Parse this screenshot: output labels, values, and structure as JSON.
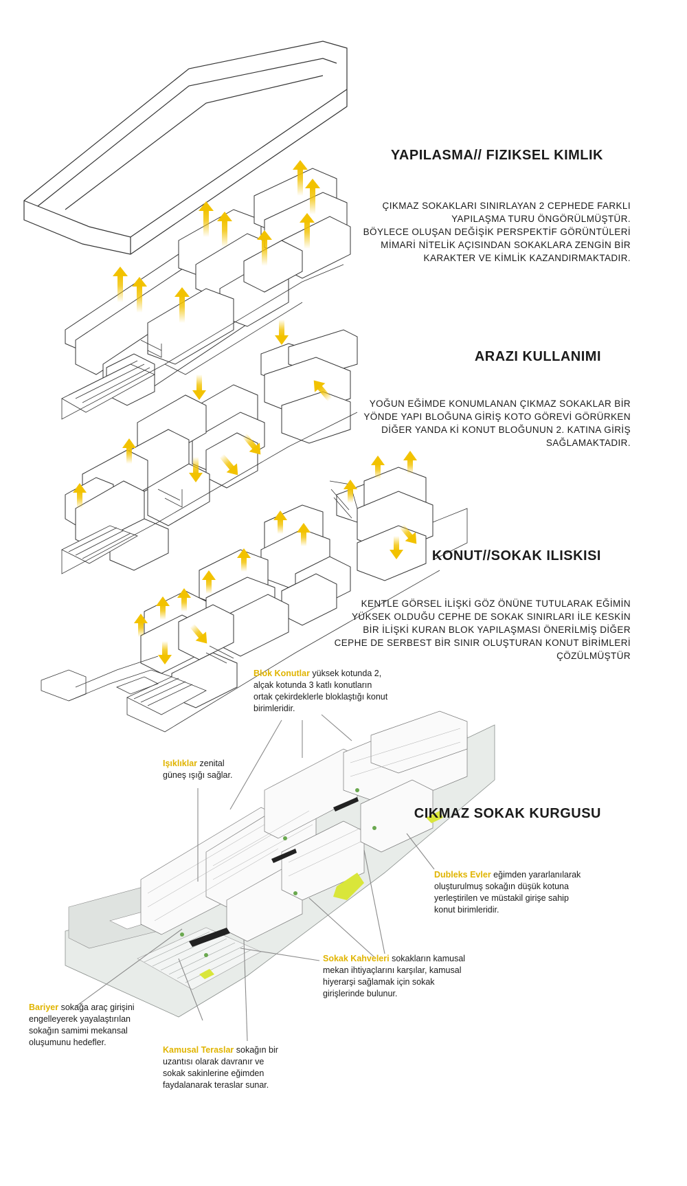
{
  "sections": [
    {
      "heading": "YAPILASMA// FIZIKSEL KIMLIK",
      "lines": [
        "ÇIKMAZ SOKAKLARI SINIRLAYAN 2 CEPHEDE FARKLI",
        "YAPILAŞMA TURU ÖNGÖRÜLMÜŞTÜR.",
        "BÖYLECE OLUŞAN DEĞİŞİK PERSPEKTİF GÖRÜNTÜLERİ",
        "MİMARİ NİTELİK AÇISINDAN SOKAKLARA ZENGİN BİR",
        "KARAKTER VE KİMLİK KAZANDIRMAKTADIR."
      ]
    },
    {
      "heading": "ARAZI KULLANIMI",
      "lines": [
        "YOĞUN EĞİMDE KONUMLANAN ÇIKMAZ SOKAKLAR BİR",
        "YÖNDE YAPI BLOĞUNA GİRİŞ KOTO GÖREVİ GÖRÜRKEN",
        "DİĞER YANDA Kİ KONUT BLOĞUNUN 2. KATINA GİRİŞ",
        "SAĞLAMAKTADIR."
      ]
    },
    {
      "heading": "KONUT//SOKAK ILISKISI",
      "lines": [
        "KENTLE GÖRSEL İLİŞKİ GÖZ ÖNÜNE TUTULARAK EĞİMİN",
        "YÜKSEK OLDUĞU CEPHE DE SOKAK SINIRLARI İLE KESKİN",
        "BİR İLİŞKİ KURAN BLOK YAPILAŞMASI ÖNERİLMİŞ DİĞER",
        "CEPHE DE SERBEST BİR SINIR OLUŞTURAN KONUT BİRİMLERİ",
        "ÇÖZÜLMÜŞTÜR"
      ]
    },
    {
      "heading": "CIKMAZ SOKAK KURGUSU",
      "lines": []
    }
  ],
  "annotations": {
    "blok": {
      "term": "Blok Konutlar",
      "lines": [
        " yüksek kotunda 2,",
        "alçak kotunda 3 katlı konutların",
        "ortak çekirdeklerle bloklaştığı konut",
        "birimleridir."
      ]
    },
    "isik": {
      "term": "Işıklıklar",
      "lines": [
        " zenital",
        "güneş ışığı sağlar."
      ]
    },
    "dubleks": {
      "term": "Dubleks Evler",
      "lines": [
        " eğimden yararlanılarak",
        "oluşturulmuş sokağın düşük kotuna",
        "yerleştirilen ve müstakil girişe sahip",
        "konut birimleridir."
      ]
    },
    "kahve": {
      "term": "Sokak Kahveleri",
      "lines": [
        " sokakların kamusal",
        "mekan ihtiyaçlarını karşılar, kamusal",
        "hiyerarşi sağlamak için sokak",
        "girişlerinde bulunur."
      ]
    },
    "bariyer": {
      "term": "Bariyer",
      "lines": [
        " sokağa araç girişini",
        "engelleyerek yayalaştırılan",
        "sokağın samimi mekansal",
        "oluşumunu hedefler."
      ]
    },
    "teras": {
      "term": "Kamusal Teraslar",
      "lines": [
        " sokağın bir",
        "uzantısı olarak davranır ve",
        "sokak sakinlerine eğimden",
        "faydalanarak teraslar sunar."
      ]
    }
  },
  "colors": {
    "accent": "#f2c200",
    "line": "#333333",
    "ground": "#e8ece9",
    "highlight_green": "#d9e63a"
  }
}
